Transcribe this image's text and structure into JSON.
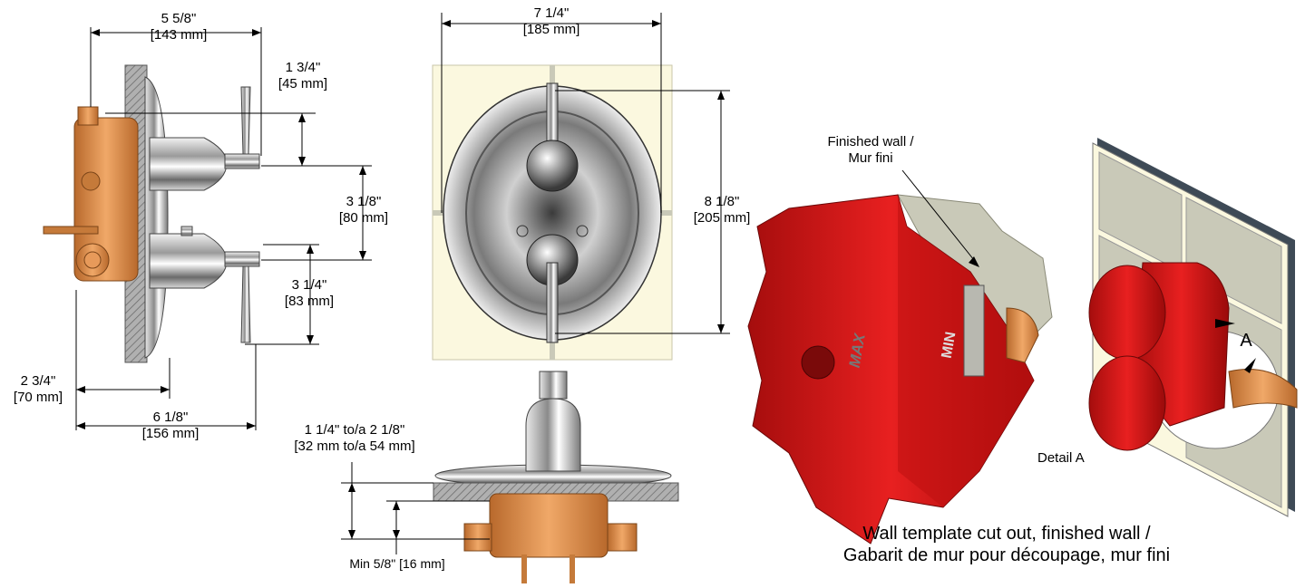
{
  "dimensions": {
    "width_top": {
      "imperial": "5 5/8\"",
      "metric": "[143 mm]"
    },
    "lever_offset": {
      "imperial": "1 3/4\"",
      "metric": "[45 mm]"
    },
    "handle_spacing": {
      "imperial": "3 1/8\"",
      "metric": "[80 mm]"
    },
    "lower_offset": {
      "imperial": "3 1/4\"",
      "metric": "[83 mm]"
    },
    "depth_small": {
      "imperial": "2 3/4\"",
      "metric": "[70 mm]"
    },
    "depth_total": {
      "imperial": "6 1/8\"",
      "metric": "[156 mm]"
    },
    "plate_width": {
      "imperial": "7 1/4\"",
      "metric": "[185 mm]"
    },
    "plate_height": {
      "imperial": "8 1/8\"",
      "metric": "[205 mm]"
    },
    "wall_range": {
      "imperial": "1 1/4\" to/a 2 1/8\"",
      "metric": "[32 mm to/a 54 mm]"
    },
    "min_depth": {
      "text": "Min 5/8\" [16 mm]"
    }
  },
  "labels": {
    "finished_wall_line1": "Finished wall /",
    "finished_wall_line2": "Mur fini",
    "max_mark": "MAX",
    "min_mark": "MIN",
    "detail_marker": "A",
    "detail_caption": "Detail A",
    "caption_line1": "Wall template cut out, finished wall /",
    "caption_line2": "Gabarit de mur pour découpage, mur fini"
  },
  "colors": {
    "brass": "#d98a4a",
    "chrome_light": "#e8e8e8",
    "chrome_dark": "#5a5a5a",
    "template_red": "#d01818",
    "wall_tile": "#c9c9b8",
    "plate_bg": "#fbf8df"
  }
}
